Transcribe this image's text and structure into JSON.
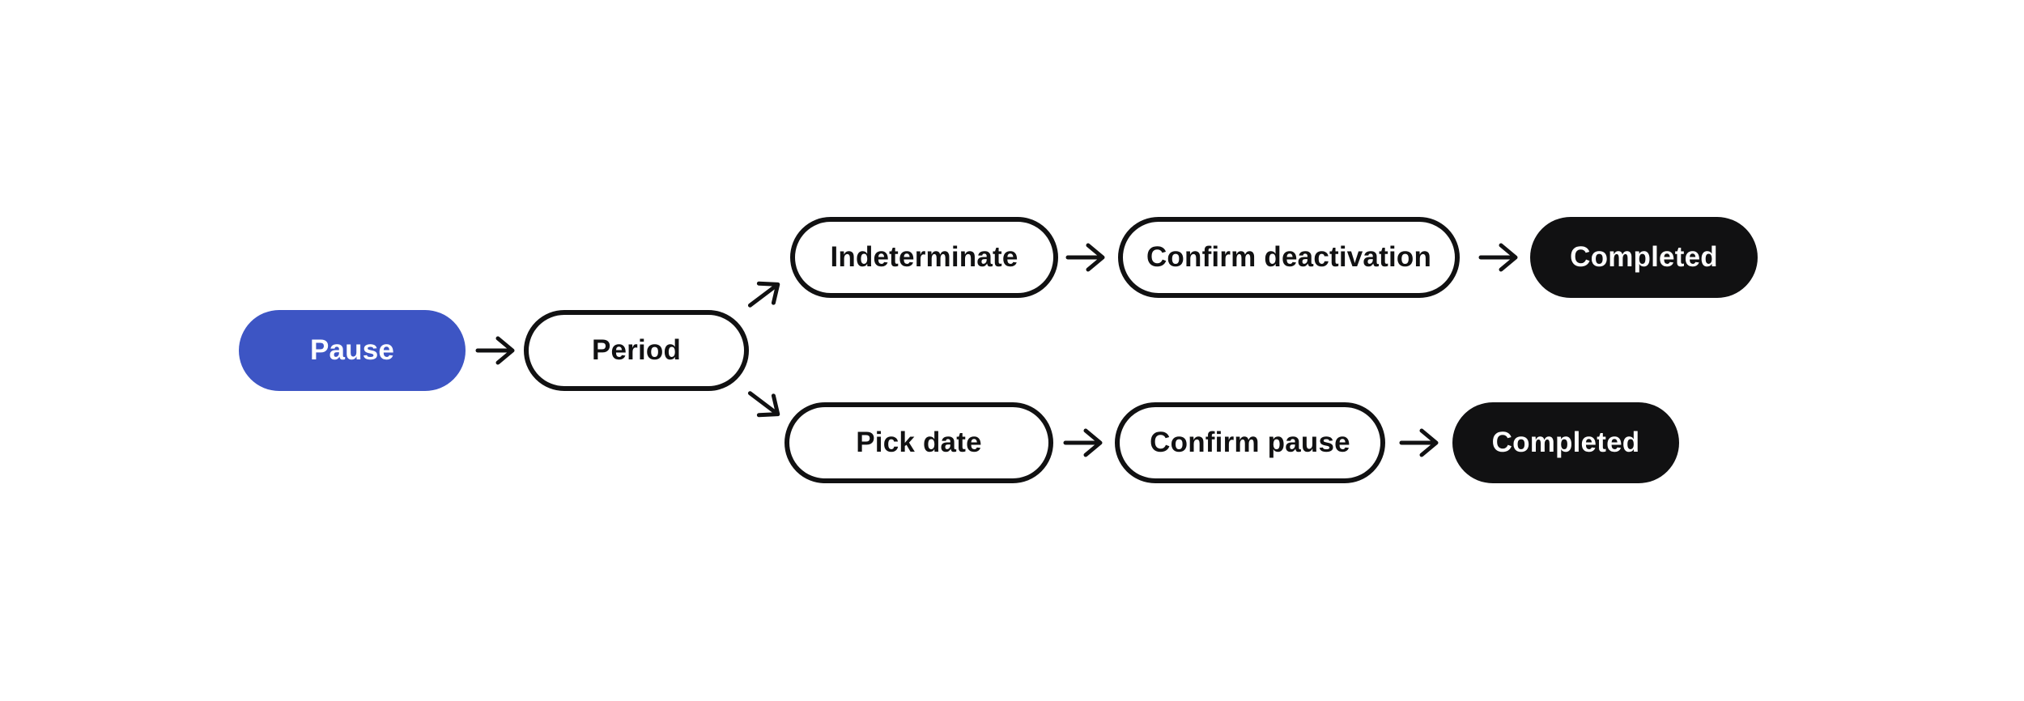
{
  "diagram": {
    "type": "flowchart",
    "colors": {
      "canvas": "#ffffff",
      "primary": "#3d55c4",
      "dark": "#111112",
      "text_light": "#ffffff"
    },
    "nodes": {
      "pause": {
        "label": "Pause",
        "variant": "primary"
      },
      "period": {
        "label": "Period",
        "variant": "outline"
      },
      "indeterminate": {
        "label": "Indeterminate",
        "variant": "outline"
      },
      "confirm_deactivation": {
        "label": "Confirm deactivation",
        "variant": "outline"
      },
      "completed_top": {
        "label": "Completed",
        "variant": "dark"
      },
      "pick_date": {
        "label": "Pick date",
        "variant": "outline"
      },
      "confirm_pause": {
        "label": "Confirm pause",
        "variant": "outline"
      },
      "completed_bottom": {
        "label": "Completed",
        "variant": "dark"
      }
    },
    "edges": [
      {
        "from": "pause",
        "to": "period",
        "type": "straight"
      },
      {
        "from": "period",
        "to": "indeterminate",
        "type": "diagonal-up"
      },
      {
        "from": "period",
        "to": "pick_date",
        "type": "diagonal-down"
      },
      {
        "from": "indeterminate",
        "to": "confirm_deactivation",
        "type": "straight"
      },
      {
        "from": "confirm_deactivation",
        "to": "completed_top",
        "type": "straight"
      },
      {
        "from": "pick_date",
        "to": "confirm_pause",
        "type": "straight"
      },
      {
        "from": "confirm_pause",
        "to": "completed_bottom",
        "type": "straight"
      }
    ]
  }
}
